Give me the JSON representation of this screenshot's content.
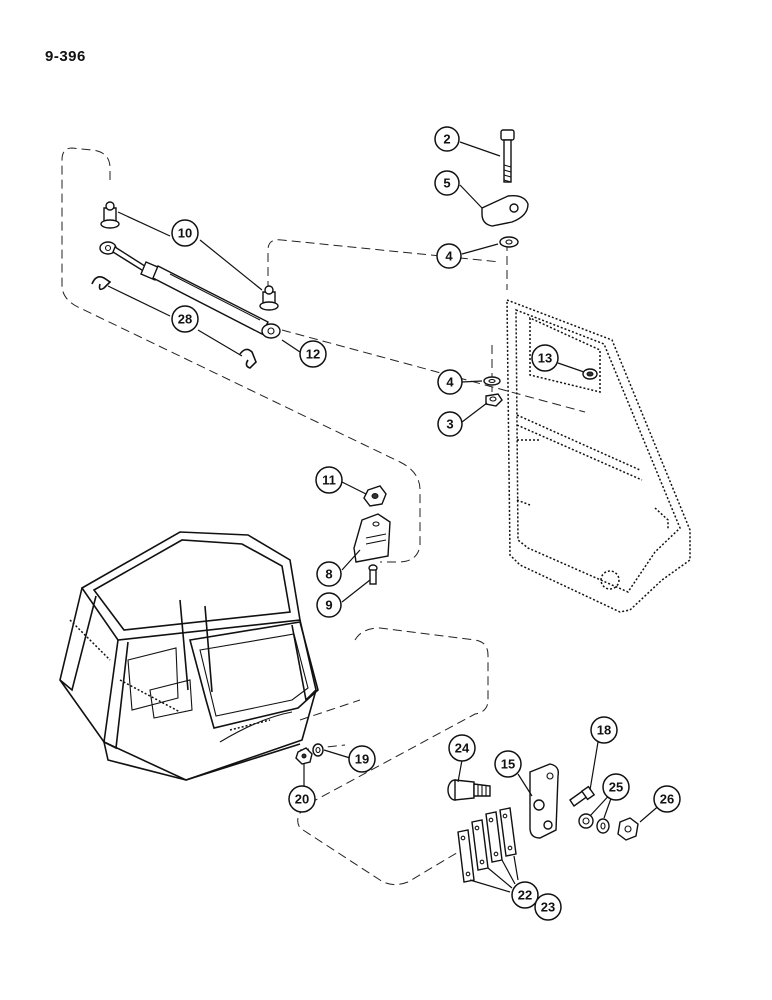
{
  "page_number": "9-396",
  "callouts": [
    {
      "label": "2"
    },
    {
      "label": "5"
    },
    {
      "label": "4"
    },
    {
      "label": "10"
    },
    {
      "label": "28"
    },
    {
      "label": "12"
    },
    {
      "label": "13"
    },
    {
      "label": "4"
    },
    {
      "label": "3"
    },
    {
      "label": "11"
    },
    {
      "label": "8"
    },
    {
      "label": "9"
    },
    {
      "label": "18"
    },
    {
      "label": "24"
    },
    {
      "label": "15"
    },
    {
      "label": "19"
    },
    {
      "label": "25"
    },
    {
      "label": "26"
    },
    {
      "label": "20"
    },
    {
      "label": "22"
    },
    {
      "label": "23"
    }
  ]
}
